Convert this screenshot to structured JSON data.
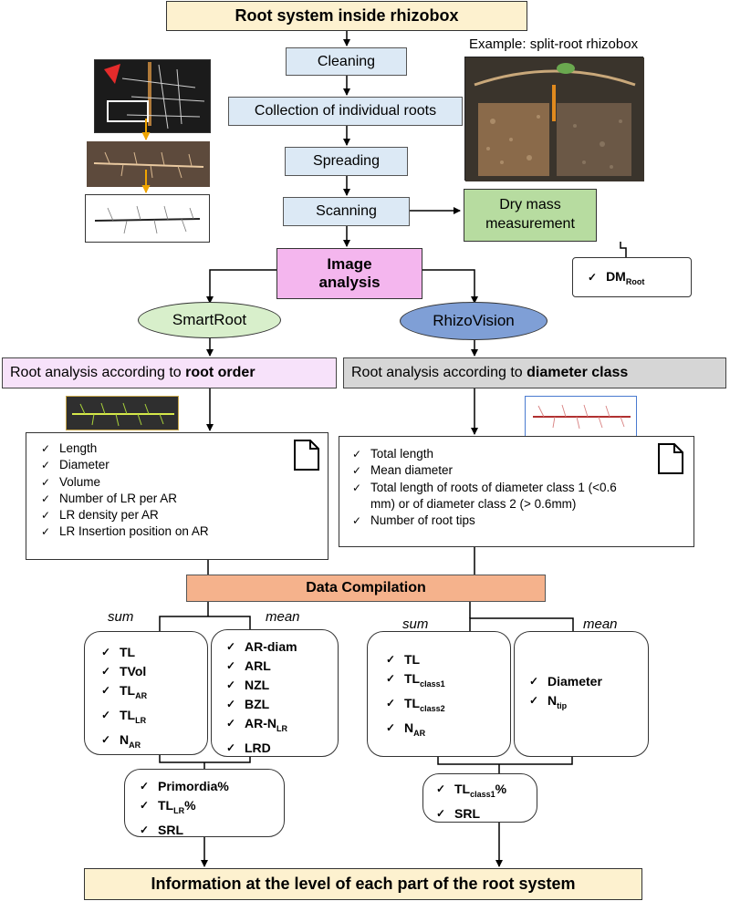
{
  "top": {
    "title": "Root system inside rhizobox"
  },
  "steps": [
    "Cleaning",
    "Collection of individual roots",
    "Spreading",
    "Scanning"
  ],
  "example_label": "Example: split-root rhizobox",
  "dry_mass": {
    "label_line1": "Dry mass",
    "label_line2": "measurement",
    "item": "DM",
    "item_sub": "Root"
  },
  "image_analysis": {
    "line1": "Image",
    "line2": "analysis"
  },
  "software": {
    "left": "SmartRoot",
    "right": "RhizoVision"
  },
  "left_header": {
    "prefix": "Root analysis according to ",
    "bold": "root order"
  },
  "right_header": {
    "prefix": "Root analysis according to ",
    "bold": "diameter class"
  },
  "left_metrics": [
    "Length",
    "Diameter",
    "Volume",
    "Number of LR per AR",
    "LR density per AR",
    "LR Insertion position on AR"
  ],
  "right_metrics": [
    "Total length",
    "Mean diameter",
    "Total length of roots of diameter class 1 (<0.6 mm)  or of diameter class 2 (> 0.6mm)",
    "Number of root tips"
  ],
  "data_compilation": "Data Compilation",
  "labels": {
    "sum_left": "sum",
    "mean_left": "mean",
    "sum_right": "sum",
    "mean_right": "mean"
  },
  "left_sum": [
    {
      "main": "TL",
      "sub": ""
    },
    {
      "main": "TVol",
      "sub": ""
    },
    {
      "main": "TL",
      "sub": "AR"
    },
    {
      "main": "TL",
      "sub": "LR"
    },
    {
      "main": "N",
      "sub": "AR"
    }
  ],
  "left_mean": [
    {
      "main": "AR-diam",
      "sub": ""
    },
    {
      "main": "ARL",
      "sub": ""
    },
    {
      "main": "NZL",
      "sub": ""
    },
    {
      "main": "BZL",
      "sub": ""
    },
    {
      "main": "AR-N",
      "sub": "LR"
    },
    {
      "main": "LRD",
      "sub": ""
    }
  ],
  "left_derived": [
    {
      "main": "Primordia%",
      "sub": "",
      "after": ""
    },
    {
      "main": "TL",
      "sub": "LR",
      "after": "%"
    },
    {
      "main": "SRL",
      "sub": "",
      "after": ""
    }
  ],
  "right_sum": [
    {
      "main": "TL",
      "sub": ""
    },
    {
      "main": "TL",
      "sub": "class1"
    },
    {
      "main": "TL",
      "sub": "class2"
    },
    {
      "main": "N",
      "sub": "AR"
    }
  ],
  "right_mean": [
    {
      "main": "Diameter",
      "sub": ""
    },
    {
      "main": "N",
      "sub": "tip"
    }
  ],
  "right_derived": [
    {
      "main": "TL",
      "sub": "class1",
      "after": "%"
    },
    {
      "main": "SRL",
      "sub": "",
      "after": ""
    }
  ],
  "bottom": {
    "title": "Information at the level of each part of the root system"
  },
  "colors": {
    "tan": "#fdf1cf",
    "blue_step": "#dce9f5",
    "green": "#b7dca0",
    "pink": "#f4b6ee",
    "smartroot_oval": "#d8efcb",
    "rhizovision_oval": "#7f9fd6",
    "left_header": "#f7e2fa",
    "right_header": "#d6d6d6",
    "data_compilation": "#f5b28c"
  }
}
